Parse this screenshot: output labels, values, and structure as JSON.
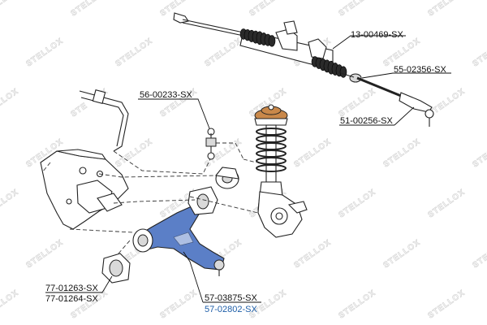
{
  "watermark": {
    "text": "STELLOX"
  },
  "labels": {
    "steering_rack": "13-00469-SX",
    "tie_rod": "55-02356-SX",
    "tie_rod_end": "51-00256-SX",
    "stabilizer_link": "56-00233-SX",
    "control_arm_a": "57-03875-SX",
    "control_arm_b": "57-02802-SX",
    "bushing_a": "77-01263-SX",
    "bushing_b": "77-01264-SX"
  },
  "colors": {
    "highlight_part": "#5b7fc7",
    "highlight_label": "#1e5ea8",
    "boot": "#2a2a2a",
    "strut_mount": "#c9884a",
    "line": "#222222"
  }
}
